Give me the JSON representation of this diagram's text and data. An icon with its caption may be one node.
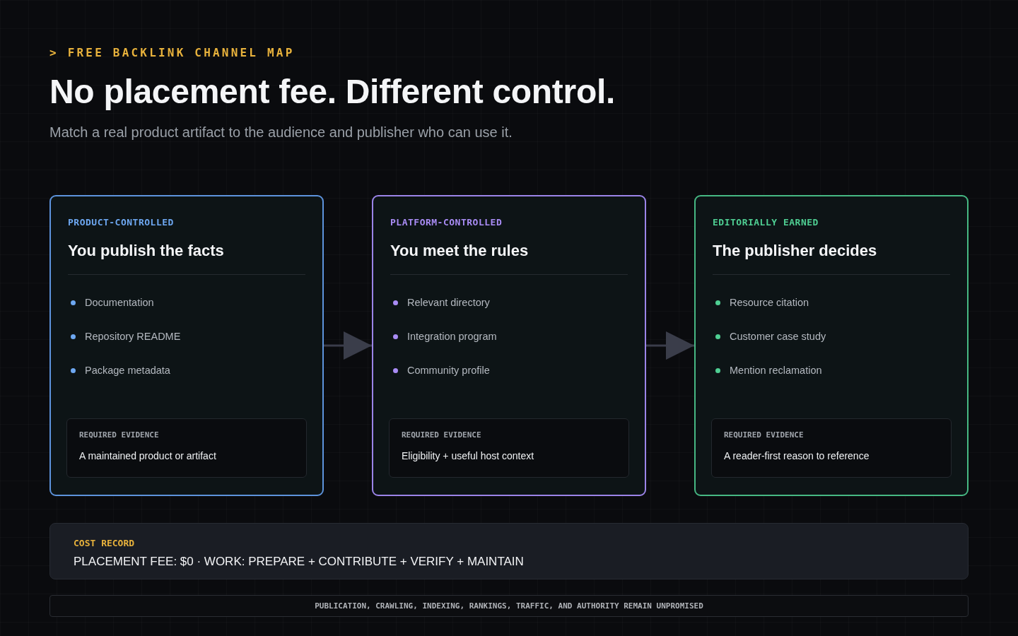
{
  "diagram": {
    "title": "No placement fee. Different control.",
    "nodes": [
      {
        "text": [
          "PRODUCT-CONTROLLED",
          "You publish the facts",
          "Documentation",
          "Repository README",
          "Package metadata"
        ]
      },
      {
        "text": [
          "REQUIRED EVIDENCE",
          "A maintained product or artifact"
        ],
        "in": 0
      },
      {
        "text": [
          "PLATFORM-CONTROLLED",
          "You meet the rules",
          "Relevant directory",
          "Integration program",
          "Community profile"
        ]
      },
      {
        "text": [
          "REQUIRED EVIDENCE",
          "Eligibility + useful host context"
        ],
        "in": 2
      },
      {
        "text": [
          "EDITORIALLY EARNED",
          "The publisher decides",
          "Resource citation",
          "Customer case study",
          "Mention reclamation"
        ]
      },
      {
        "text": [
          "REQUIRED EVIDENCE",
          "A reader-first reason to reference"
        ],
        "in": 4
      },
      {
        "text": [
          "COST RECORD",
          "PLACEMENT FEE: $0 · WORK: PREPARE + CONTRIBUTE + VERIFY + MAINTAIN"
        ]
      },
      {
        "text": [
          "PUBLICATION, CRAWLING, INDEXING, RANKINGS, TRAFFIC, AND AUTHORITY REMAIN UNPROMISED"
        ]
      }
    ],
    "edges": [
      {
        "from": 0,
        "to": 2,
        "arrow": "to"
      },
      {
        "from": 2,
        "to": 4,
        "arrow": "to"
      }
    ],
    "labels": [
      "> FREE BACKLINK CHANNEL MAP",
      "Match a real product artifact to the audience and publisher who can use it."
    ]
  }
}
